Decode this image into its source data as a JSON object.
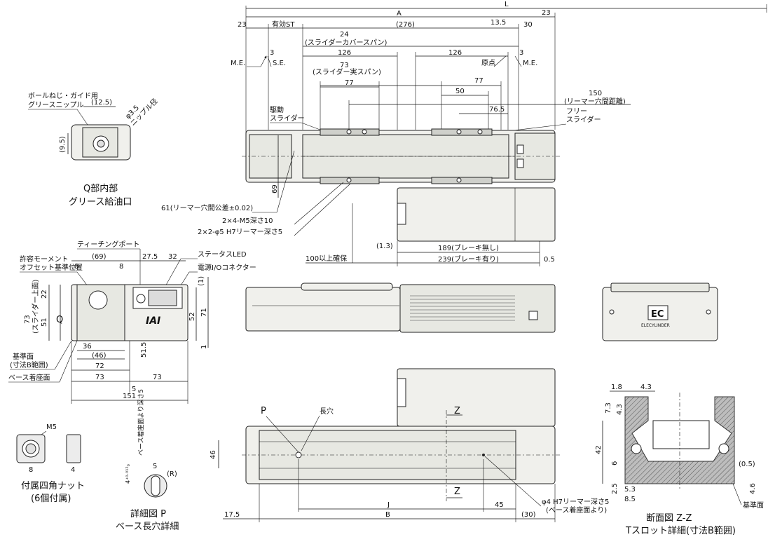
{
  "top": {
    "L": "L",
    "A": "A",
    "d23_right": "23",
    "d23_left": "23",
    "eff_st": "有効ST",
    "d13_5": "13.5",
    "d30": "30",
    "d24": "24",
    "d276": "(276)",
    "cover_span": "(スライダーカバースパン)",
    "d3a": "3",
    "d3b": "3",
    "d126a": "126",
    "d126b": "126",
    "me_left": "M.E.",
    "se": "S.E.",
    "origin": "原点",
    "me_right": "M.E.",
    "d73": "73",
    "real_span": "(スライダー実スパン)",
    "d77a": "77",
    "d77b": "77",
    "d50": "50",
    "d76_5": "76.5",
    "d150": "150",
    "reamer_pitch": "(リーマー穴間距離)",
    "drive_slider_1": "駆動",
    "drive_slider_2": "スライダー",
    "free_slider_1": "フリー",
    "free_slider_2": "スライダー",
    "d69": "69",
    "note_61": "61(リーマー穴間公差±0.02)",
    "note_m5": "2×4-M5深さ10",
    "note_phi5": "2×2-φ5 H7リーマー深さ5",
    "note_100": "100以上確保",
    "d1_3": "(1.3)",
    "d189": "189(ブレーキ無し)",
    "d239": "239(ブレーキ有り)",
    "d0_5": "0.5"
  },
  "grease": {
    "nipple_1": "ボールねじ・ガイド用",
    "nipple_2": "グリースニップル",
    "d12_5": "(12.5)",
    "d9_5": "(9.5)",
    "phi3_5": "φ3.5",
    "nipple_dia": "ニップル径",
    "caption_1": "Q部内部",
    "caption_2": "グリース給油口"
  },
  "side": {
    "teach_port": "ティーチングポート",
    "allow_moment_1": "許容モーメント",
    "allow_moment_2": "オフセット基準位置",
    "d69": "(69)",
    "d8a": "8",
    "d8b": "8",
    "d27_5": "27.5",
    "d32": "32",
    "status_led": "ステータスLED",
    "power_io": "電源I/Oコネクター",
    "d1_paren": "(1)",
    "d22": "22",
    "d73": "73",
    "slider_top": "(スライダー上面)",
    "d51": "51",
    "q": "Q",
    "d52": "52",
    "d71": "71",
    "d1": "1",
    "logo": "IAI",
    "d36": "36",
    "d46": "(46)",
    "d51_5": "51.5",
    "base_ref_1": "基準面",
    "base_ref_2": "(寸法B範囲)",
    "base_mount": "ベース着座面",
    "d72": "72",
    "d73a": "73",
    "d73b": "73",
    "d5": "5",
    "d151": "151"
  },
  "front": {
    "brand": "ELECYLINDER",
    "logo": "EC"
  },
  "bottom": {
    "P": "P",
    "long_hole": "長穴",
    "Z1": "Z",
    "Z2": "Z",
    "d46": "46",
    "J": "J",
    "d45": "45",
    "B": "B",
    "d17_5": "17.5",
    "d30": "(30)",
    "phi4_1": "φ4 H7リーマー深さ5",
    "phi4_2": "(ベース着座面より)"
  },
  "nut": {
    "m5": "M5",
    "d8": "8",
    "d4": "4",
    "caption_1": "付属四角ナット",
    "caption_2": "(6個付属)"
  },
  "detailP": {
    "tol": "4⁺⁰·⁰¹²₀",
    "vertical": "ベース着座面より深さ5",
    "d5": "5",
    "R": "(R)",
    "caption_1": "詳細図 P",
    "caption_2": "ベース長穴詳細"
  },
  "section": {
    "d1_8": "1.8",
    "d4_3": "4.3",
    "d7_3": "7.3",
    "d4_3b": "4.3",
    "d42": "42",
    "d6": "6",
    "d2_5": "2.5",
    "d5_3": "5.3",
    "d8_5": "8.5",
    "d0_5": "(0.5)",
    "d4_6": "4.6",
    "base_ref": "基準面",
    "caption_1": "断面図 Z-Z",
    "caption_2": "Tスロット詳細(寸法B範囲)"
  }
}
